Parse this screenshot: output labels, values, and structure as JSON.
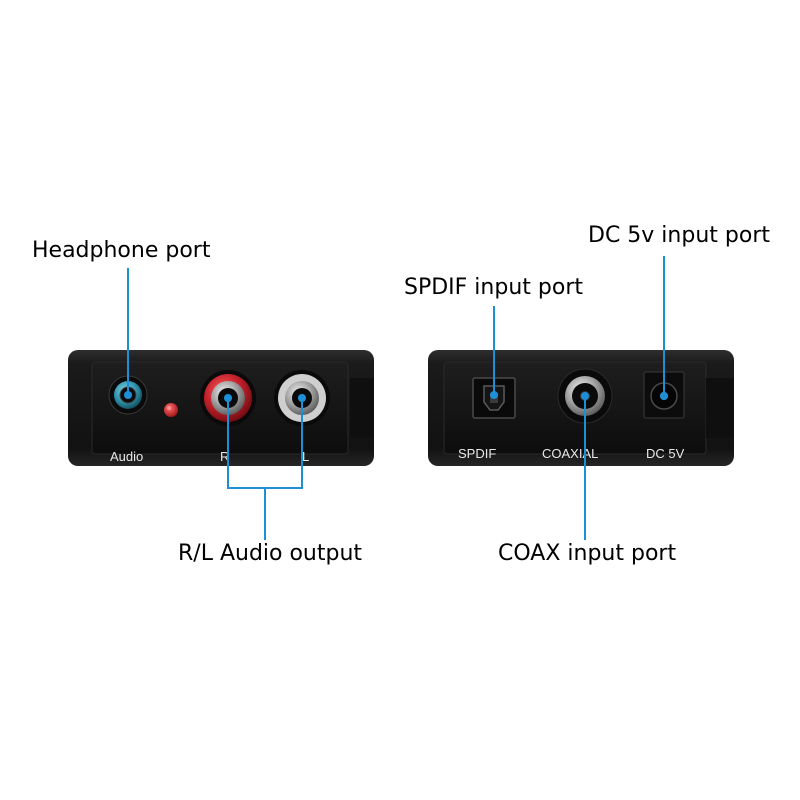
{
  "callouts": {
    "headphone_port": "Headphone port",
    "rl_audio_output": "R/L Audio output",
    "spdif_input_port": "SPDIF input port",
    "dc_input_port": "DC 5v input port",
    "coax_input_port": "COAX input port"
  },
  "left_device": {
    "labels": {
      "audio": "Audio",
      "right": "R",
      "left": "L"
    }
  },
  "right_device": {
    "labels": {
      "spdif": "SPDIF",
      "coaxial": "COAXIAL",
      "dc": "DC 5V"
    }
  },
  "colors": {
    "leader_line": "#1c8fd6",
    "device_body": "#161616",
    "port_label": "#e8e8e8",
    "rca_red": "#c0202a",
    "rca_white": "#d8d8d8",
    "headphone_ring": "#2a8fa8",
    "indicator_led": "#d4181c"
  }
}
